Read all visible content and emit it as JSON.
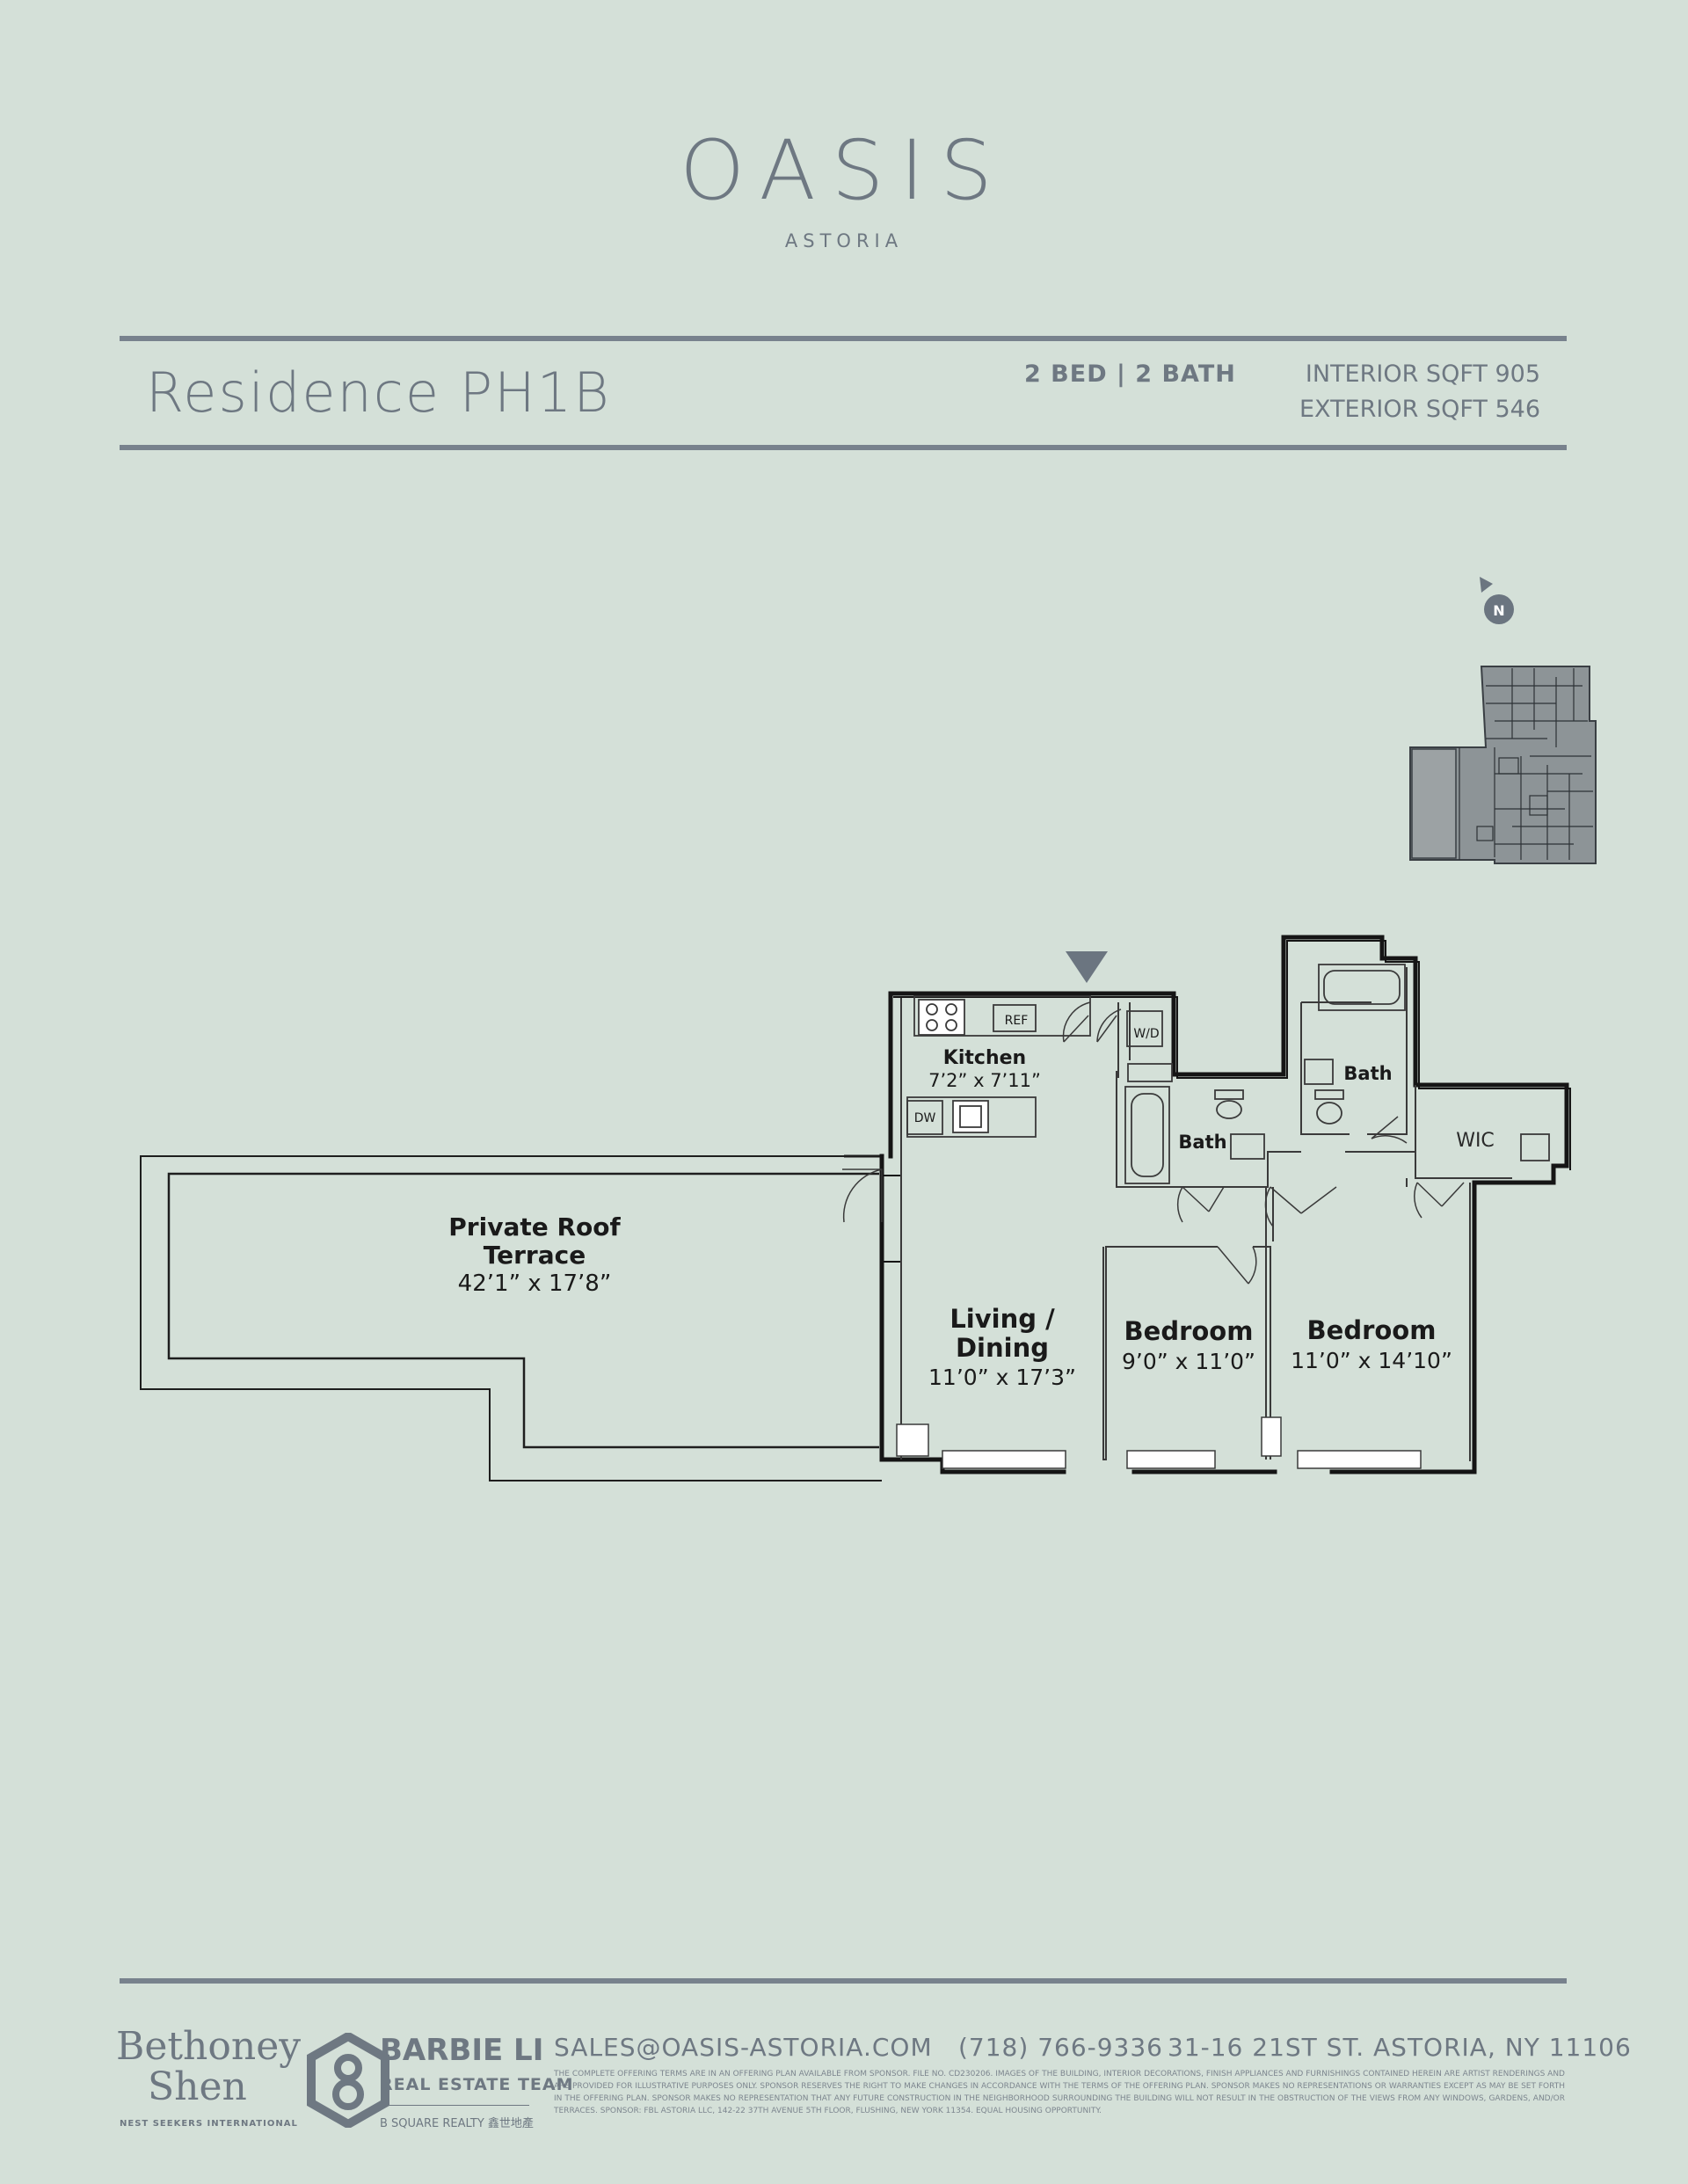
{
  "header": {
    "logo": "OASIS",
    "logo_sub": "ASTORIA"
  },
  "residence": {
    "title": "Residence PH1B",
    "bed_bath": "2 BED | 2 BATH",
    "interior_sqft": "INTERIOR SQFT 905",
    "exterior_sqft": "EXTERIOR SQFT 546"
  },
  "compass": {
    "label": "N",
    "icon": "compass-north-icon"
  },
  "rooms": {
    "terrace_name_1": "Private Roof",
    "terrace_name_2": "Terrace",
    "terrace_dim": "42’1” x 17’8”",
    "kitchen_name": "Kitchen",
    "kitchen_dim": "7’2” x 7’11”",
    "living_name_1": "Living /",
    "living_name_2": "Dining",
    "living_dim": "11’0” x 17’3”",
    "bedroom1_name": "Bedroom",
    "bedroom1_dim": "9’0” x 11’0”",
    "bedroom2_name": "Bedroom",
    "bedroom2_dim": "11’0” x 14’10”",
    "bath1": "Bath",
    "bath2": "Bath",
    "wic": "WIC",
    "ref": "REF",
    "wd": "W/D",
    "dw": "DW"
  },
  "footer": {
    "agent1_line1": "Bethoney",
    "agent1_line2": "Shen",
    "agent1_company": "NEST SEEKERS INTERNATIONAL",
    "agent2_name": "BARBIE LI",
    "agent2_team": "REAL ESTATE TEAM",
    "agent2_company": "B SQUARE REALTY 鑫世地產",
    "email": "SALES@OASIS-ASTORIA.COM",
    "phone": "(718) 766-9336",
    "address": "31-16 21ST ST. ASTORIA, NY 11106",
    "disclaimer": "THE COMPLETE OFFERING TERMS ARE IN AN OFFERING PLAN AVAILABLE FROM SPONSOR. FILE NO. CD230206. IMAGES OF THE BUILDING, INTERIOR DECORATIONS, FINISH APPLIANCES AND FURNISHINGS CONTAINED HEREIN ARE ARTIST RENDERINGS AND ARE PROVIDED FOR ILLUSTRATIVE PURPOSES ONLY. SPONSOR RESERVES THE RIGHT TO MAKE CHANGES IN ACCORDANCE WITH THE TERMS OF THE OFFERING PLAN. SPONSOR MAKES NO REPRESENTATIONS OR WARRANTIES EXCEPT AS MAY BE SET FORTH IN THE OFFERING PLAN. SPONSOR MAKES NO REPRESENTATION THAT ANY FUTURE CONSTRUCTION IN THE NEIGHBORHOOD SURROUNDING THE BUILDING WILL NOT RESULT IN THE OBSTRUCTION OF THE VIEWS FROM ANY WINDOWS, GARDENS, AND/OR TERRACES. SPONSOR: FBL ASTORIA LLC, 142-22 37TH AVENUE 5TH FLOOR, FLUSHING, NEW YORK 11354. EQUAL HOUSING OPPORTUNITY."
  }
}
